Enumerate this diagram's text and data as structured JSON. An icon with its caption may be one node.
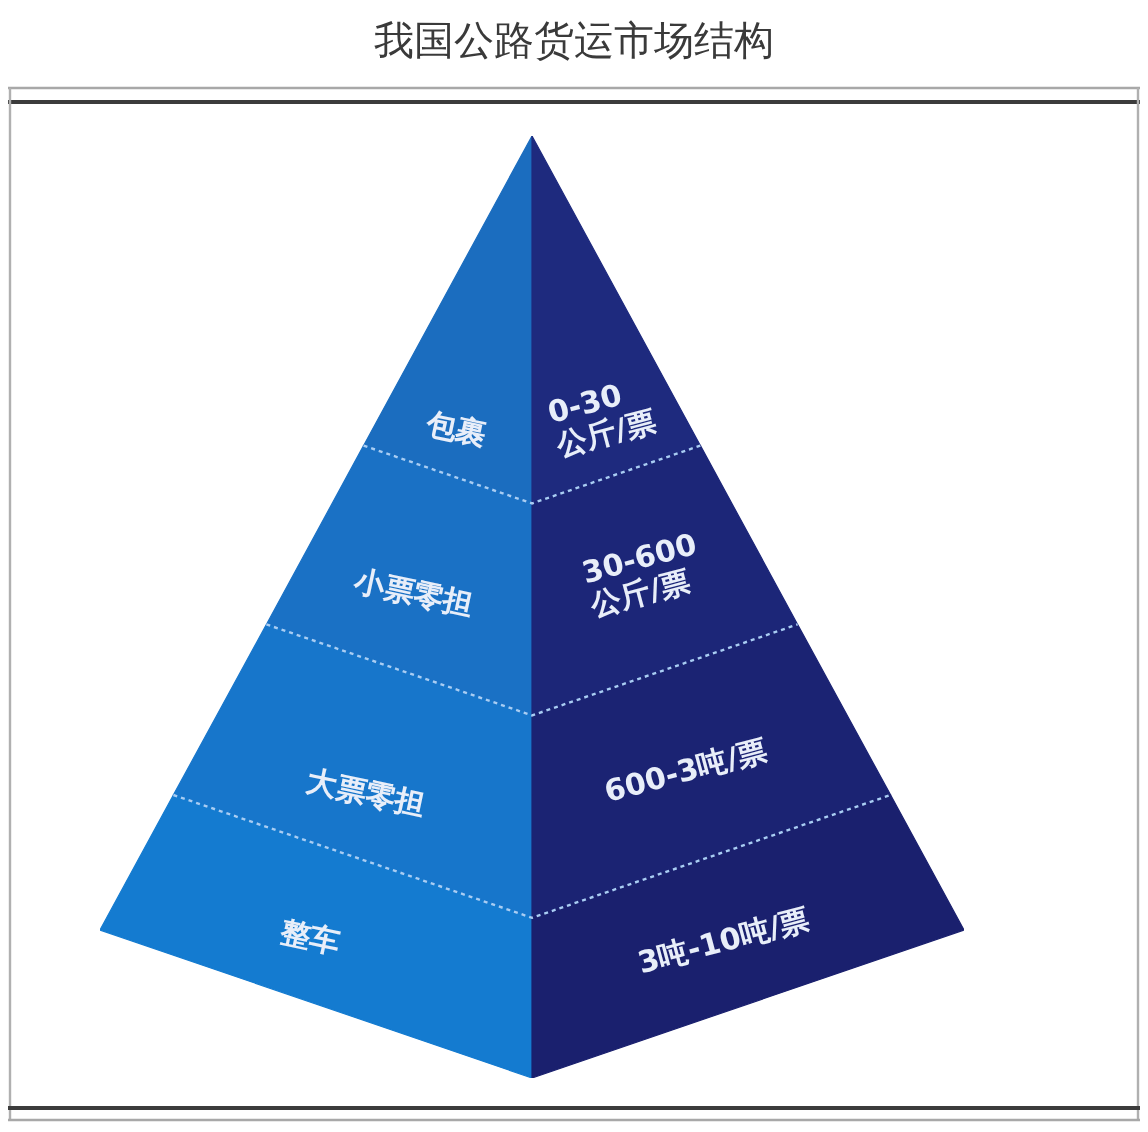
{
  "diagram": {
    "title": "我国公路货运市场结构",
    "nodes": [
      {
        "text": [
          "包裹",
          "0-30 公斤/票"
        ]
      },
      {
        "text": [
          "小票零担",
          "30-600 公斤/票"
        ]
      },
      {
        "text": [
          "大票零担",
          "600-3吨/票"
        ]
      },
      {
        "text": [
          "整车",
          "3吨-10吨/票"
        ]
      }
    ]
  }
}
